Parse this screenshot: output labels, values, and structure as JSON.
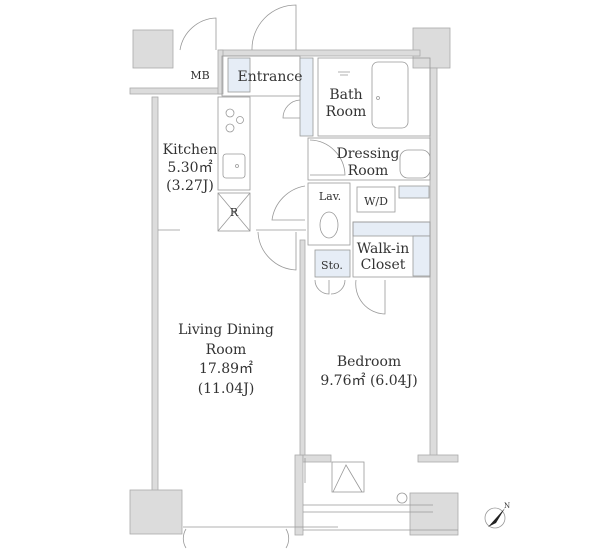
{
  "plan": {
    "rooms": {
      "mb": {
        "name": "MB"
      },
      "entrance": {
        "name": "Entrance"
      },
      "bath": {
        "name1": "Bath",
        "name2": "Room"
      },
      "kitchen": {
        "name": "Kitchen",
        "area": "5.30㎡",
        "jo": "(3.27J)"
      },
      "refrigerator": {
        "name": "R"
      },
      "dressing": {
        "name1": "Dressing",
        "name2": "Room"
      },
      "lav": {
        "name": "Lav."
      },
      "wd": {
        "name": "W/D"
      },
      "walkin": {
        "name1": "Walk-in",
        "name2": "Closet"
      },
      "storage": {
        "name": "Sto."
      },
      "living": {
        "name1": "Living Dining",
        "name2": "Room",
        "area": "17.89㎡",
        "jo": "(11.04J)"
      },
      "bedroom": {
        "name": "Bedroom",
        "area_jo": "9.76㎡ (6.04J)"
      }
    },
    "compass": {
      "label": "N"
    },
    "colors": {
      "wall": "#dcdcdc",
      "closet": "#e6edf6",
      "line": "#999999"
    }
  }
}
